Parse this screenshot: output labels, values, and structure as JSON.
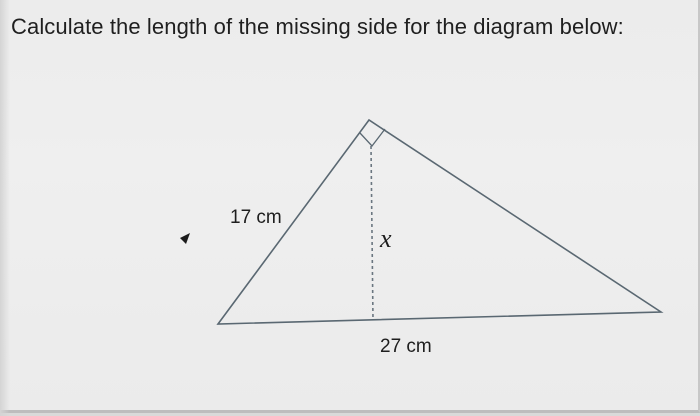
{
  "question": "Calculate the length of the missing side for the diagram below:",
  "diagram": {
    "side_label": "17 cm",
    "base_label": "27 cm",
    "height_label": "x"
  }
}
